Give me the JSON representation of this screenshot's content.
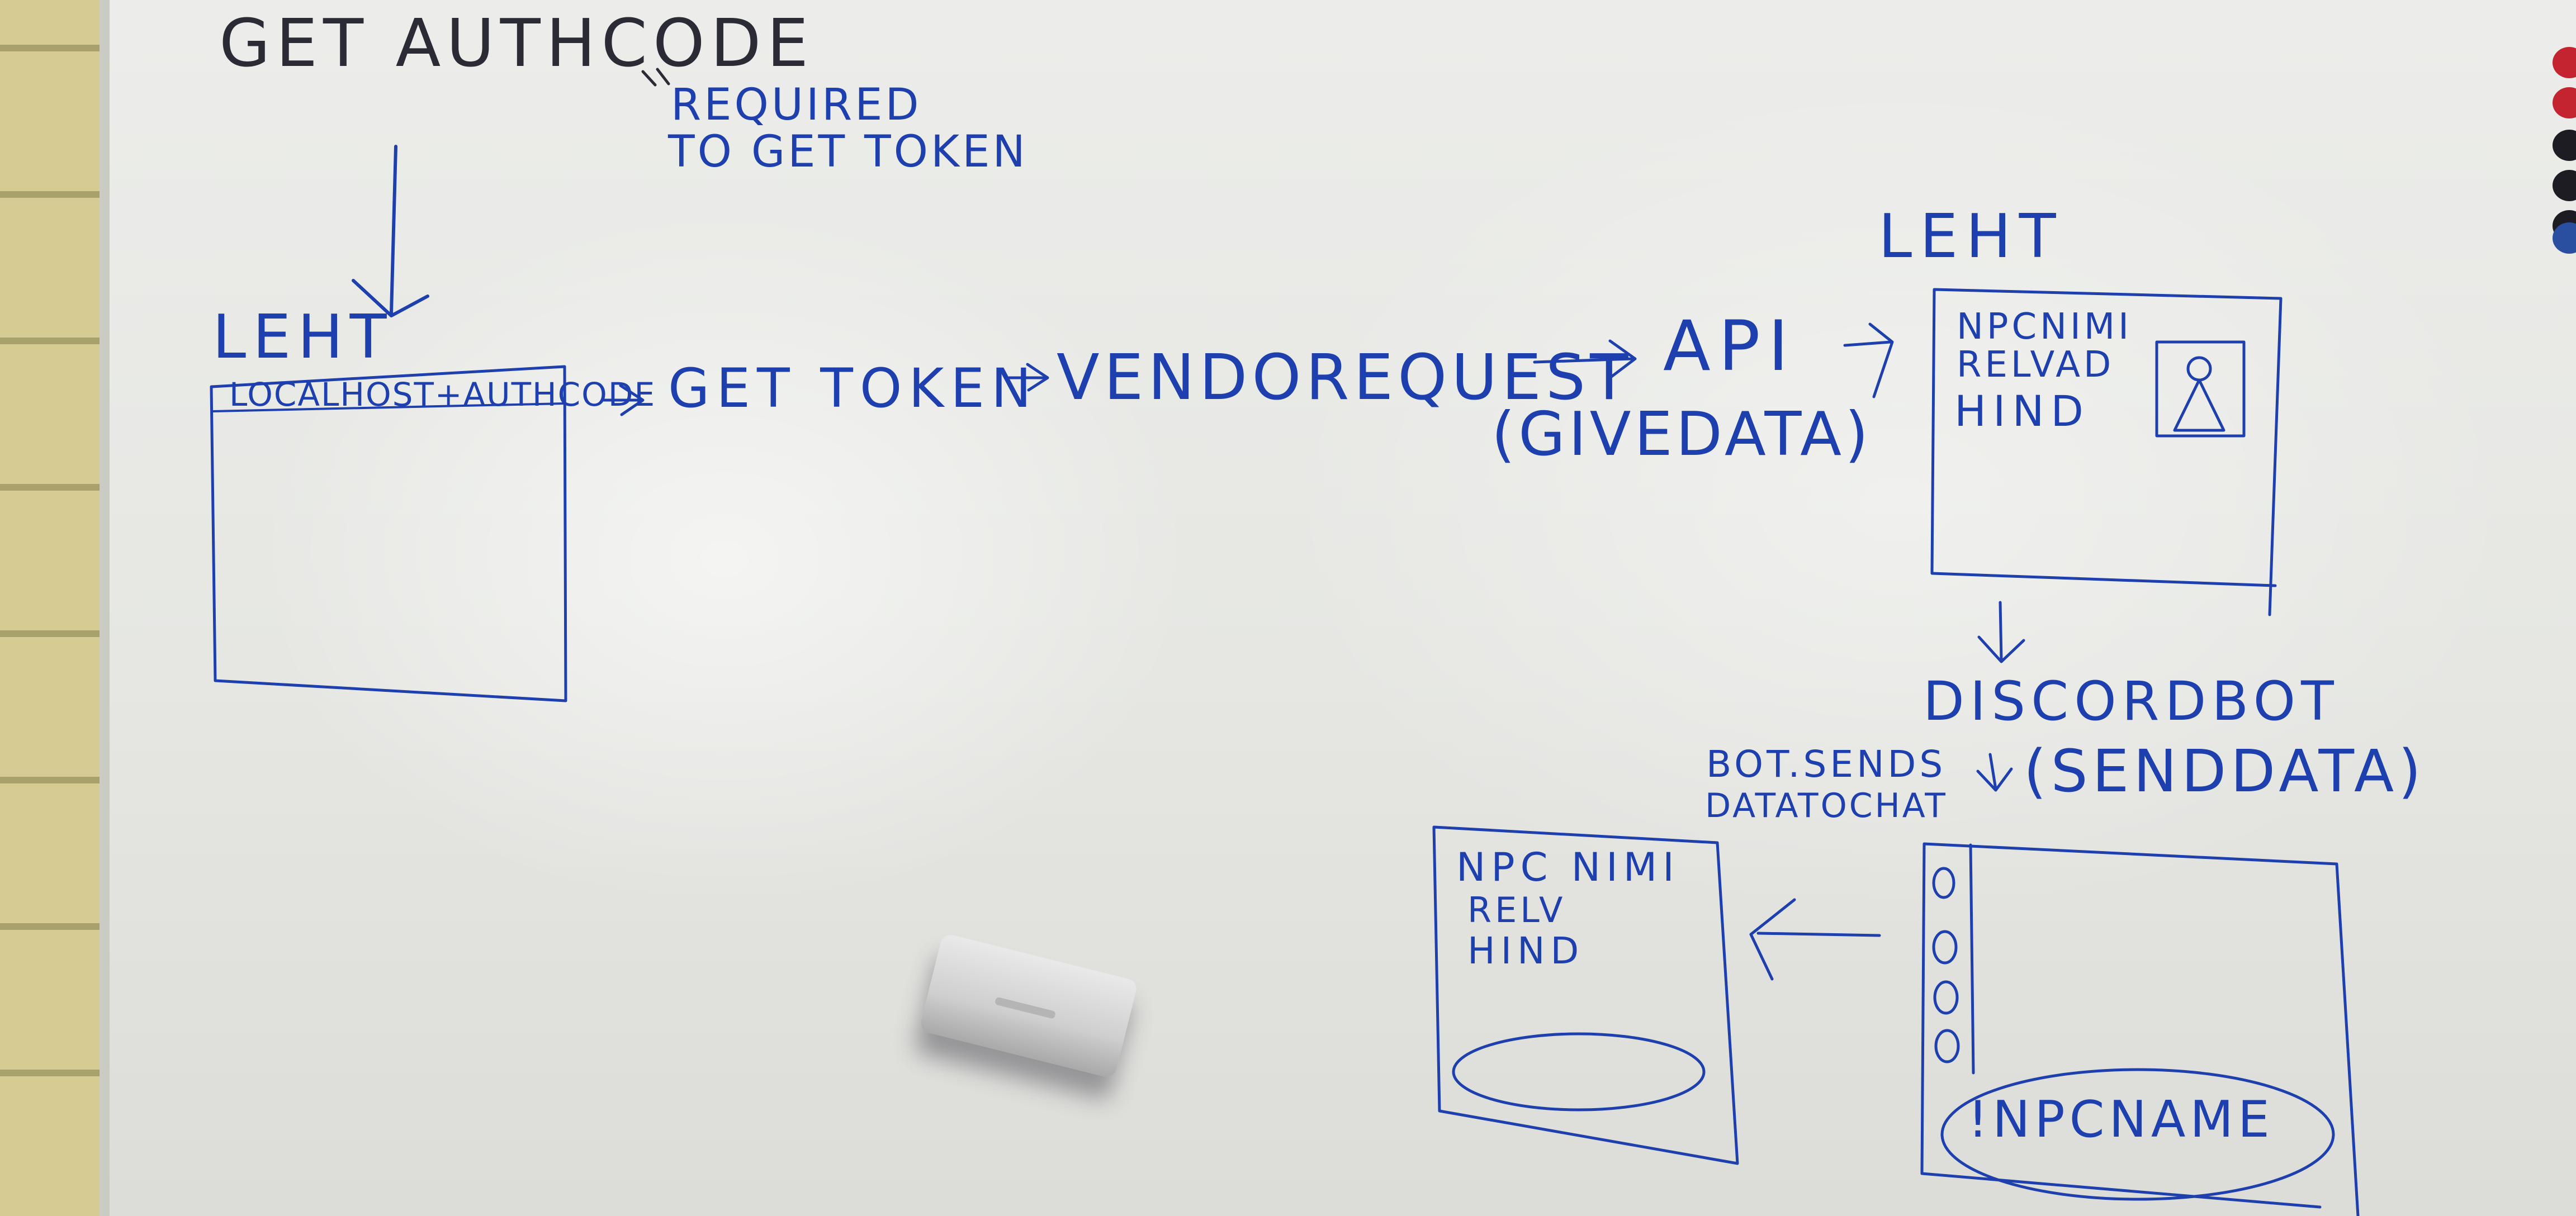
{
  "whiteboard": {
    "title": "GET AUTHCODE",
    "note": {
      "line1": "REQUIRED",
      "line2": "TO GET TOKEN"
    },
    "page1": {
      "label": "LEHT",
      "url_bar": "LOCALHOST+AUTHCODE"
    },
    "flow": {
      "step1": "GET TOKEN",
      "step2": "VENDOREQUEST",
      "step3": "API",
      "step3_sub": "(GIVEDATA)"
    },
    "page2": {
      "label": "LEHT",
      "line1": "NPCNIMI",
      "line2": "RELVAD",
      "line3": "HIND"
    },
    "bot": {
      "label": "DISCORDBOT",
      "send": "(SENDDATA)"
    },
    "bot_note": {
      "line1": "BOT.SENDS",
      "line2": "DATATOCHAT"
    },
    "chat_result": {
      "line1": "NPC NIMI",
      "line2": "RELV",
      "line3": "HIND"
    },
    "discord_input": "!NPCNAME"
  },
  "colors": {
    "ink": "#1e3fae",
    "board": "#e6e7e3",
    "wall": "#d5cb93",
    "magnets": [
      "#c4242f",
      "#c4242f",
      "#1c1c22",
      "#1c1c22",
      "#1c1c22",
      "#2a4fa0"
    ]
  }
}
